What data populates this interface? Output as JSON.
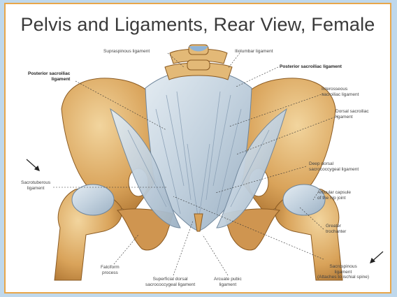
{
  "title": "Pelvis and Ligaments, Rear View, Female",
  "labels": {
    "supraspinous": "Supraspinous ligament",
    "iliolumbar": "Iliolumbar ligament",
    "posterior_sacroiliac_left": "Posterior sacroiliac\nligament",
    "posterior_sacroiliac_right": "Posterior sacroiliac ligament",
    "interosseous": "Interosseous\nsacroiliac ligament",
    "dorsal_sacroiliac": "Dorsal sacroiliac\nligament",
    "deep_dorsal_sacrococcygeal": "Deep dorsal\nsacrococcygeal ligament",
    "sacrotuberous": "Sacrotuberous\nligament",
    "articular_capsule": "Articular capsule\nof the hip joint",
    "greater_trochanter": "Greater\ntrochanter",
    "sacrospinous": "Sacrospinous\nligament\n(Attaches to ischial spine)",
    "falciform": "Falciform\nprocess",
    "superficial_dorsal": "Superficial dorsal\nsacrococcygeal ligament",
    "arcuate_pubic": "Arcuate pubic\nligament"
  },
  "colors": {
    "bone": "#d9a35a",
    "bone_light": "#efd19a",
    "bone_shadow": "#a86e2c",
    "ligament": "#c9d6e2",
    "ligament_shadow": "#93a8bd",
    "frame_border": "#e8a64a",
    "background": "#bfd8ec"
  }
}
